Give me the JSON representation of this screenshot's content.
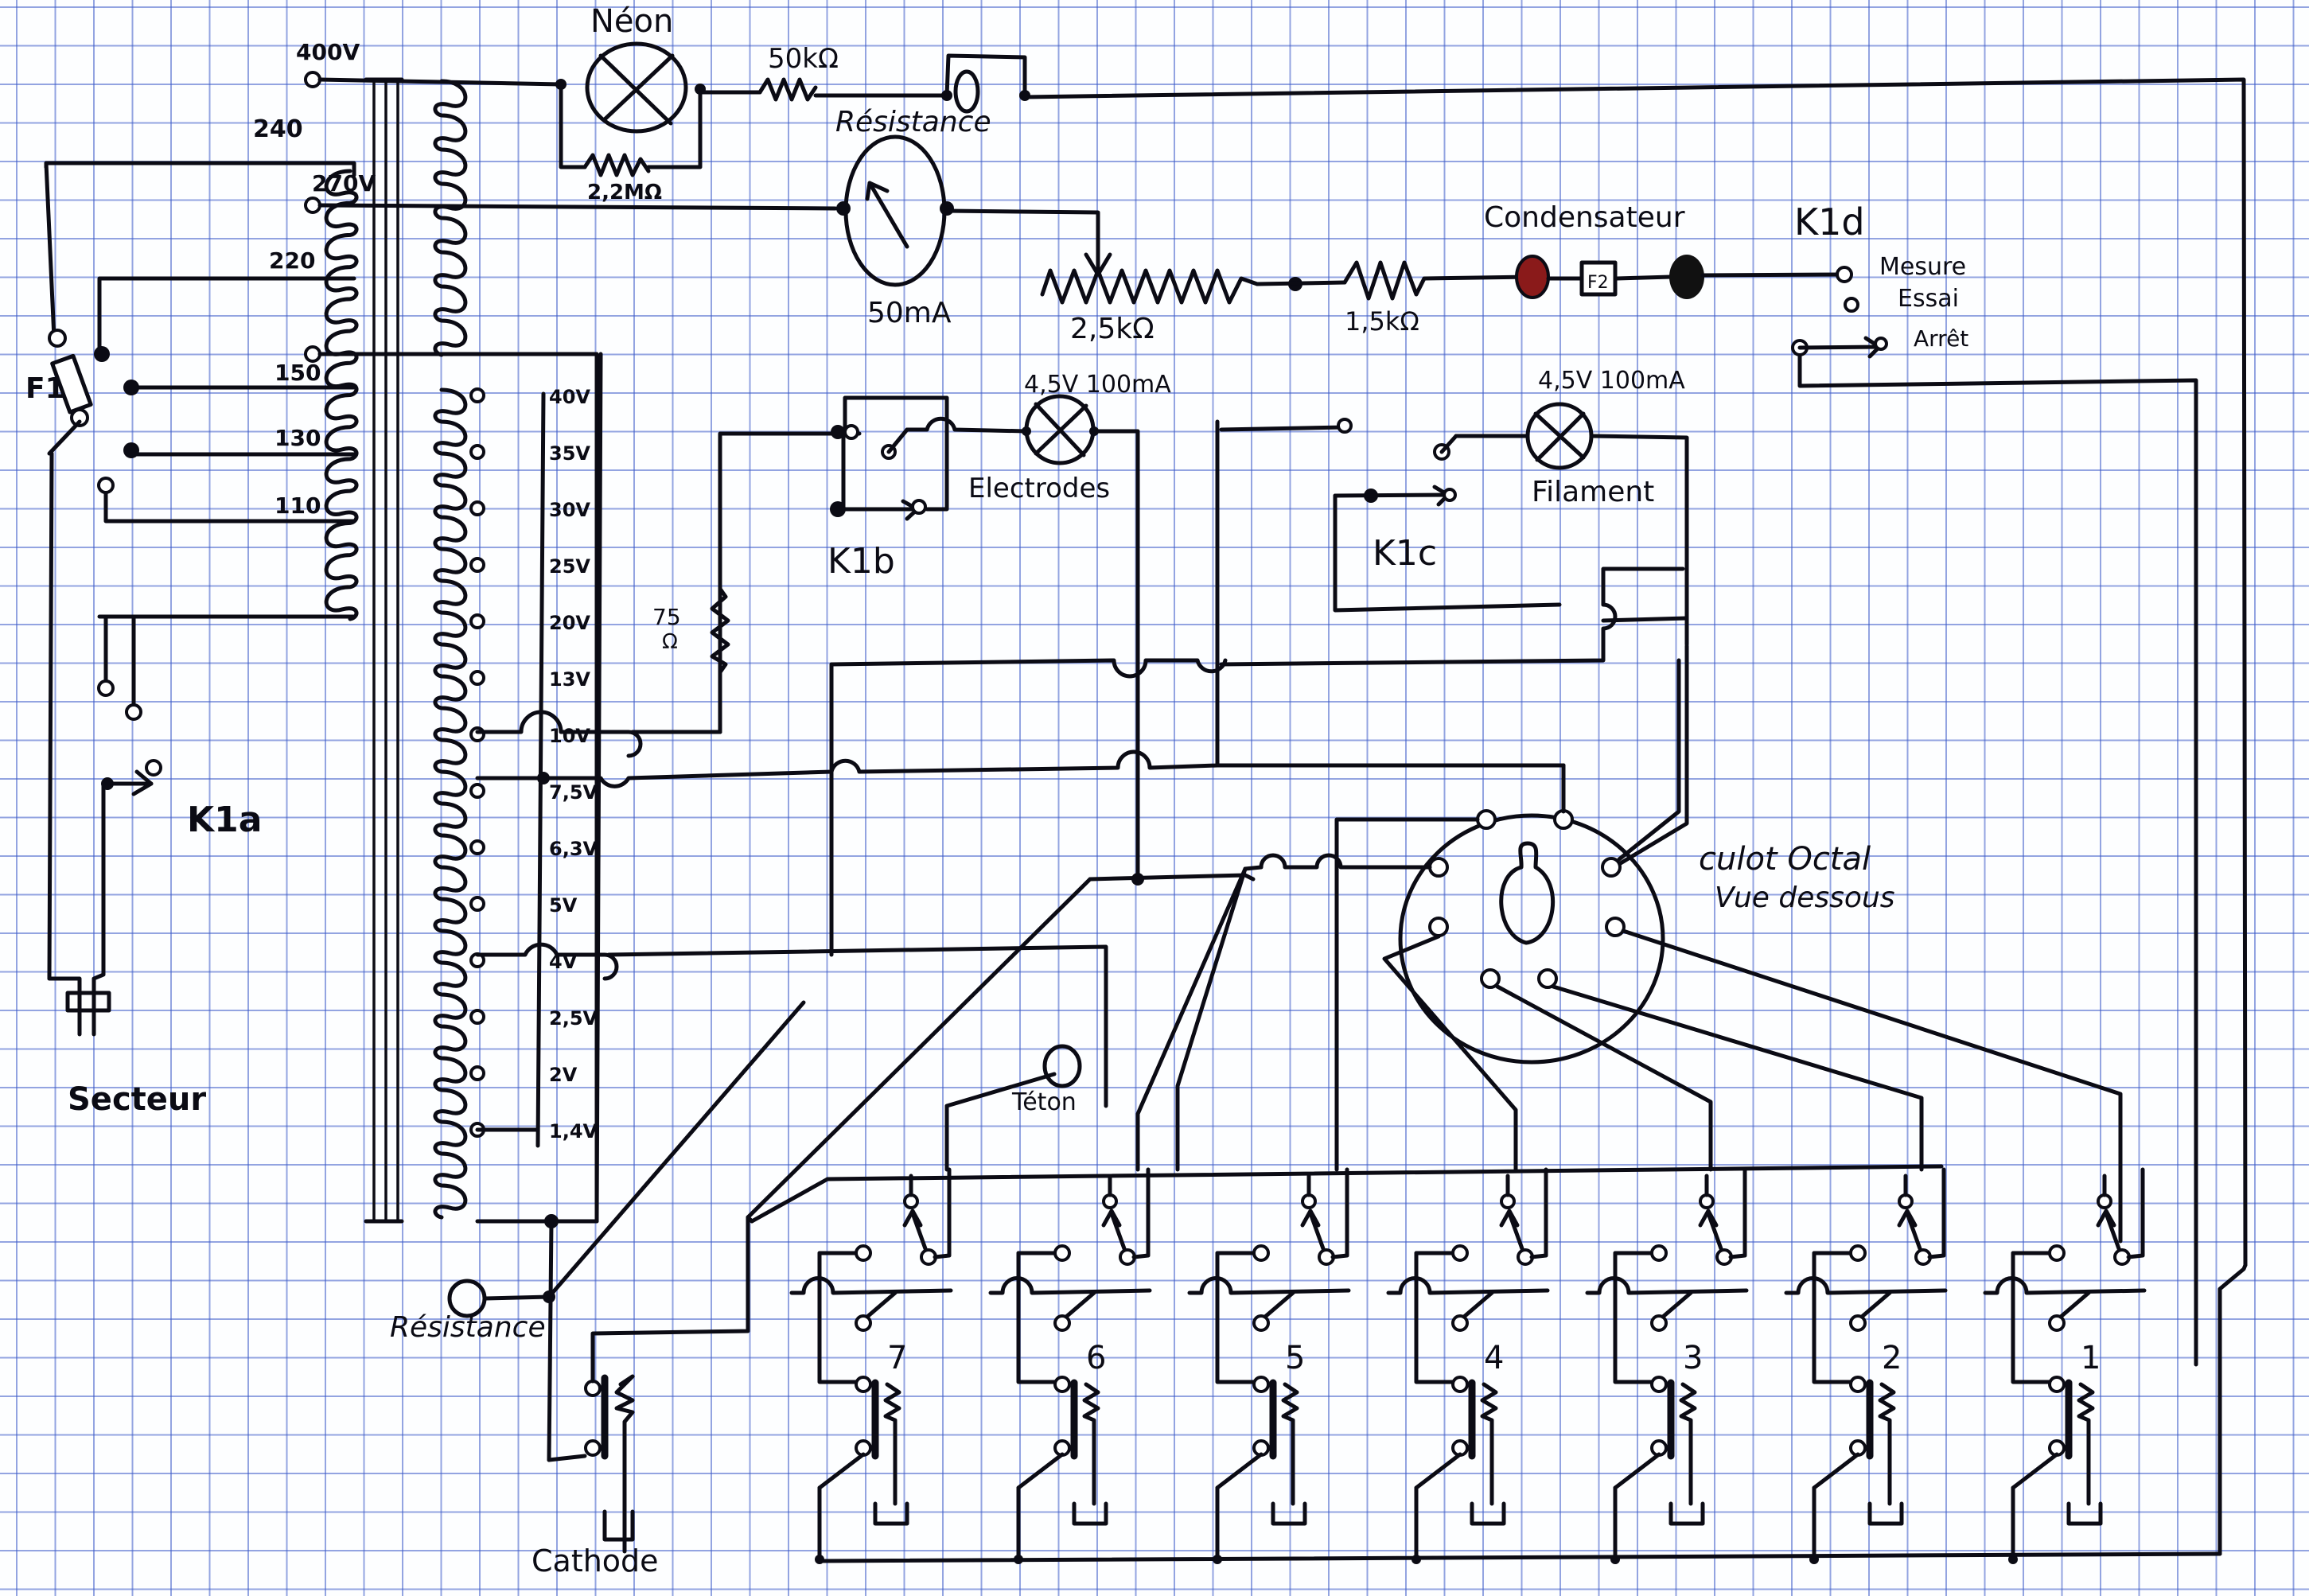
{
  "diagram": {
    "title_labels": {
      "neon": "Néon",
      "r_neon_series": "50kΩ",
      "r_neon_shunt": "2,2MΩ",
      "resistance_top": "Résistance",
      "meter": "50mA",
      "pot": "2,5kΩ",
      "r_fixed": "1,5kΩ",
      "condensateur": "Condensateur",
      "fuse2": "F2",
      "k1d": "K1d",
      "k1d_positions": [
        "Mesure",
        "Essai",
        "Arrêt"
      ],
      "lamp_electrodes_rating": "4,5V 100mA",
      "lamp_electrodes": "Electrodes",
      "lamp_filament_rating": "4,5V 100mA",
      "lamp_filament": "Filament",
      "k1b": "K1b",
      "k1c": "K1c",
      "r75": "75",
      "r75_unit": "Ω",
      "octal": "culot Octal",
      "octal_sub": "Vue dessous",
      "teton": "Téton",
      "resistance_bottom": "Résistance",
      "cathode": "Cathode",
      "k1a": "K1a",
      "fuse1": "F1",
      "secteur": "Secteur"
    },
    "primary_taps": [
      "240",
      "220",
      "150",
      "130",
      "110"
    ],
    "hv_taps": [
      "400V",
      "270V"
    ],
    "filament_taps": [
      "40V",
      "35V",
      "30V",
      "25V",
      "20V",
      "13V",
      "10V",
      "7,5V",
      "6,3V",
      "5V",
      "4V",
      "2,5V",
      "2V",
      "1,4V"
    ],
    "switches": [
      "7",
      "6",
      "5",
      "4",
      "3",
      "2",
      "1"
    ],
    "colors": {
      "ink": "#0b0b14",
      "grid": "#3c5ac8",
      "paper": "#fdfeff",
      "condensateur_left_terminal": "#8a1a1a",
      "condensateur_right_terminal": "#111111"
    }
  }
}
